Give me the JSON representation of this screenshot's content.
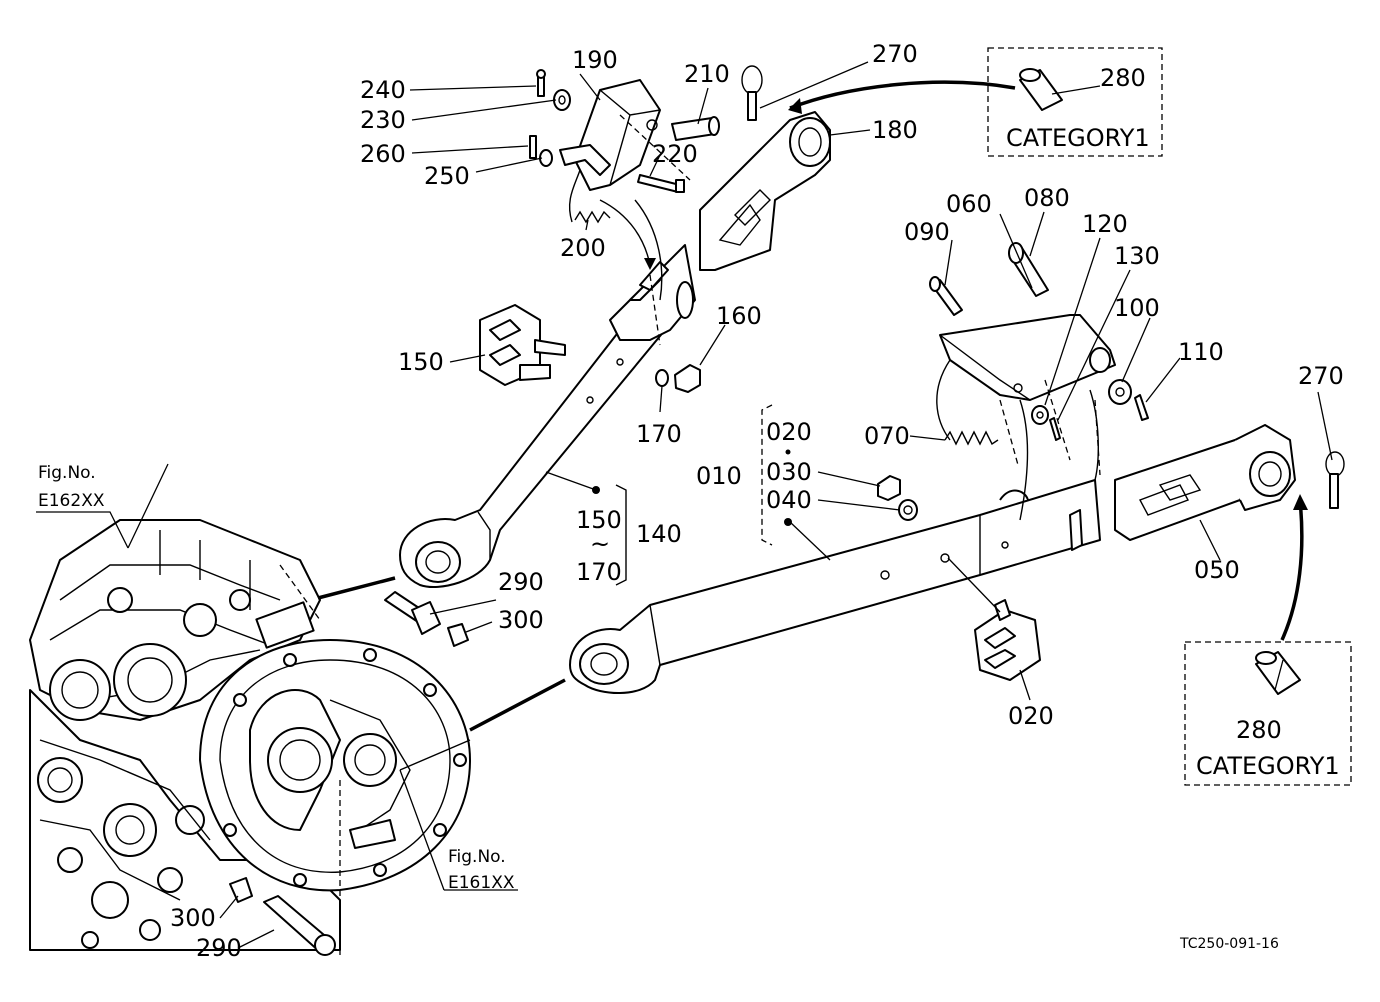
{
  "diagram": {
    "code": "TC250-091-16",
    "category_label": "CATEGORY1",
    "fig_refs": [
      {
        "line1": "Fig.No.",
        "line2": "E162XX"
      },
      {
        "line1": "Fig.No.",
        "line2": "E161XX"
      }
    ],
    "callouts": {
      "p010": "010",
      "p020a": "020",
      "p020b": "020",
      "p030": "030",
      "p040": "040",
      "p050": "050",
      "p060": "060",
      "p070": "070",
      "p080": "080",
      "p090": "090",
      "p100": "100",
      "p110": "110",
      "p120": "120",
      "p130": "130",
      "p140": "140",
      "p150a": "150",
      "p150b": "150",
      "p160": "160",
      "p170a": "170",
      "p170b": "170",
      "p180": "180",
      "p190": "190",
      "p200": "200",
      "p210": "210",
      "p220": "220",
      "p230": "230",
      "p240": "240",
      "p250": "250",
      "p260": "260",
      "p270a": "270",
      "p270b": "270",
      "p280a": "280",
      "p280b": "280",
      "p290a": "290",
      "p290b": "290",
      "p300a": "300",
      "p300b": "300"
    },
    "range_sep": "~"
  }
}
